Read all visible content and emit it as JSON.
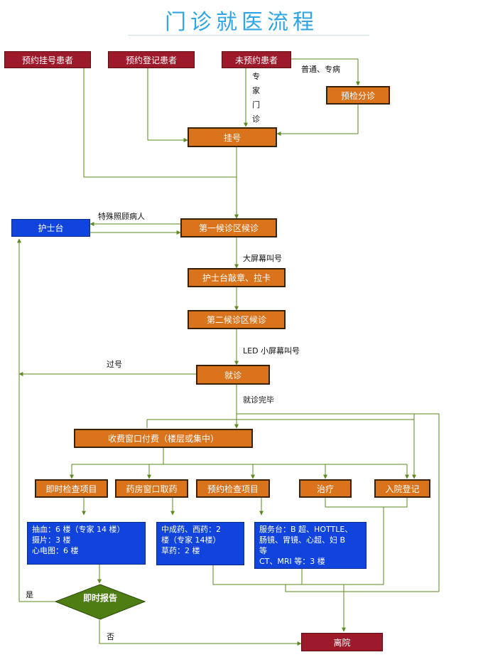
{
  "title": "门诊就医流程",
  "boxes": {
    "appt_reg_patient": "预约挂号患者",
    "appt_record_patient": "预约登记患者",
    "no_appt_patient": "未预约患者",
    "pre_triage": "预检分诊",
    "register": "挂号",
    "nurse_station": "护士台",
    "first_waiting": "第一候诊区候诊",
    "nurse_stamp": "护士台敲章、拉卡",
    "second_waiting": "第二候诊区候诊",
    "consult": "就诊",
    "payment": "收费窗口付费（楼层或集中）",
    "instant_check": "即时检查项目",
    "pharmacy": "药房窗口取药",
    "appt_check": "预约检查项目",
    "treatment": "治疗",
    "admission": "入院登记",
    "instant_report": "即时报告",
    "leave": "离院"
  },
  "info": {
    "instant_check_detail": "抽血：6 楼（专家 14 楼）\n摄片：3 楼\n心电图：6 楼",
    "pharmacy_detail": "中成药、西药：2\n楼（专家 14楼）\n草药：2 楼",
    "appt_check_detail": "服务台：B 超、HOTTLE、\n肠镜、胃镜、心超、妇 B\n等\nCT、MRI 等：3 楼"
  },
  "labels": {
    "general_special": "普通、专病",
    "expert_clinic": "专家门诊",
    "special_care": "特殊照顾病人",
    "big_screen_call": "大屏幕叫号",
    "led_screen_call": "LED 小屏幕叫号",
    "missed_number": "过号",
    "consult_done": "就诊完毕",
    "yes": "是",
    "no": "否"
  },
  "colors": {
    "title": "#2ea6e6",
    "patient_box": "#9d1a2a",
    "step_box": "#d9731c",
    "info_box": "#1144dd",
    "decision": "#4e7d14",
    "connector": "#5c8a1e"
  }
}
